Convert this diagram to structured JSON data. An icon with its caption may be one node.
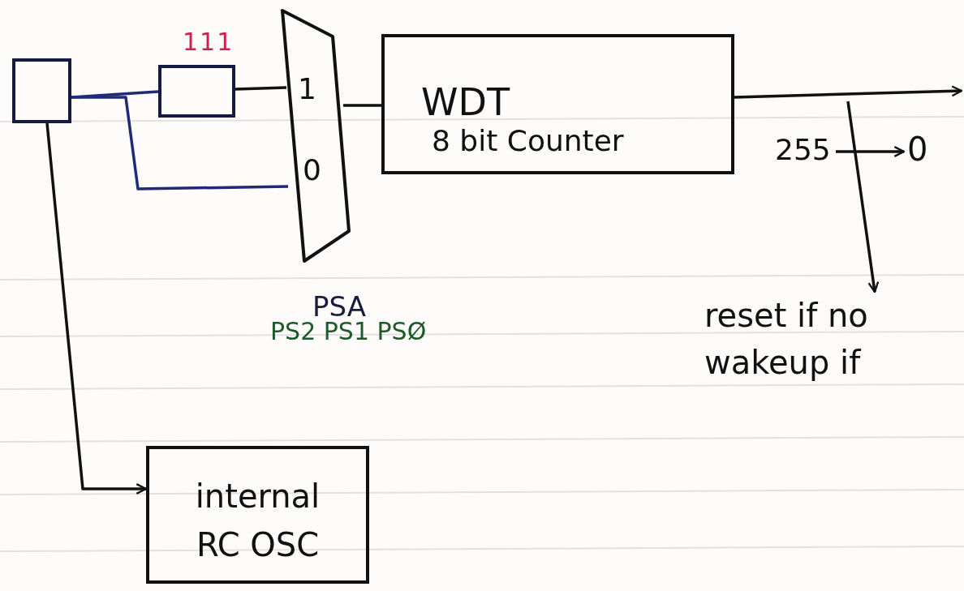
{
  "diagram": {
    "nodes": [
      {
        "text": [],
        "shape": "box"
      },
      {
        "text": [],
        "shape": "box",
        "beside": [
          "111"
        ]
      },
      {
        "text": [
          "1",
          "0"
        ],
        "beside": [
          "PSA",
          "PS2 PS1 PSØ"
        ]
      },
      {
        "text": [
          "WDT",
          "8 bit Counter"
        ]
      },
      {
        "text": [
          "internal RC OSC"
        ]
      },
      {
        "text": [
          "255"
        ]
      },
      {
        "text": [
          "0"
        ]
      },
      {
        "text": [
          "reset if no wakeup if"
        ]
      }
    ],
    "edges": [
      {
        "from": 0,
        "to": 1,
        "arrow": "none",
        "color": "#1f2a78"
      },
      {
        "from": 0,
        "to": 2,
        "arrow": "none",
        "color": "#1f2a78"
      },
      {
        "from": 1,
        "to": 2,
        "arrow": "none"
      },
      {
        "from": 2,
        "to": 3,
        "arrow": "none"
      },
      {
        "from": 3,
        "to": null,
        "arrow": "to"
      },
      {
        "from": 0,
        "to": 4,
        "arrow": "to"
      },
      {
        "from": 5,
        "to": 6,
        "arrow": "to"
      },
      {
        "from": null,
        "to": 7,
        "arrow": "to"
      }
    ]
  }
}
